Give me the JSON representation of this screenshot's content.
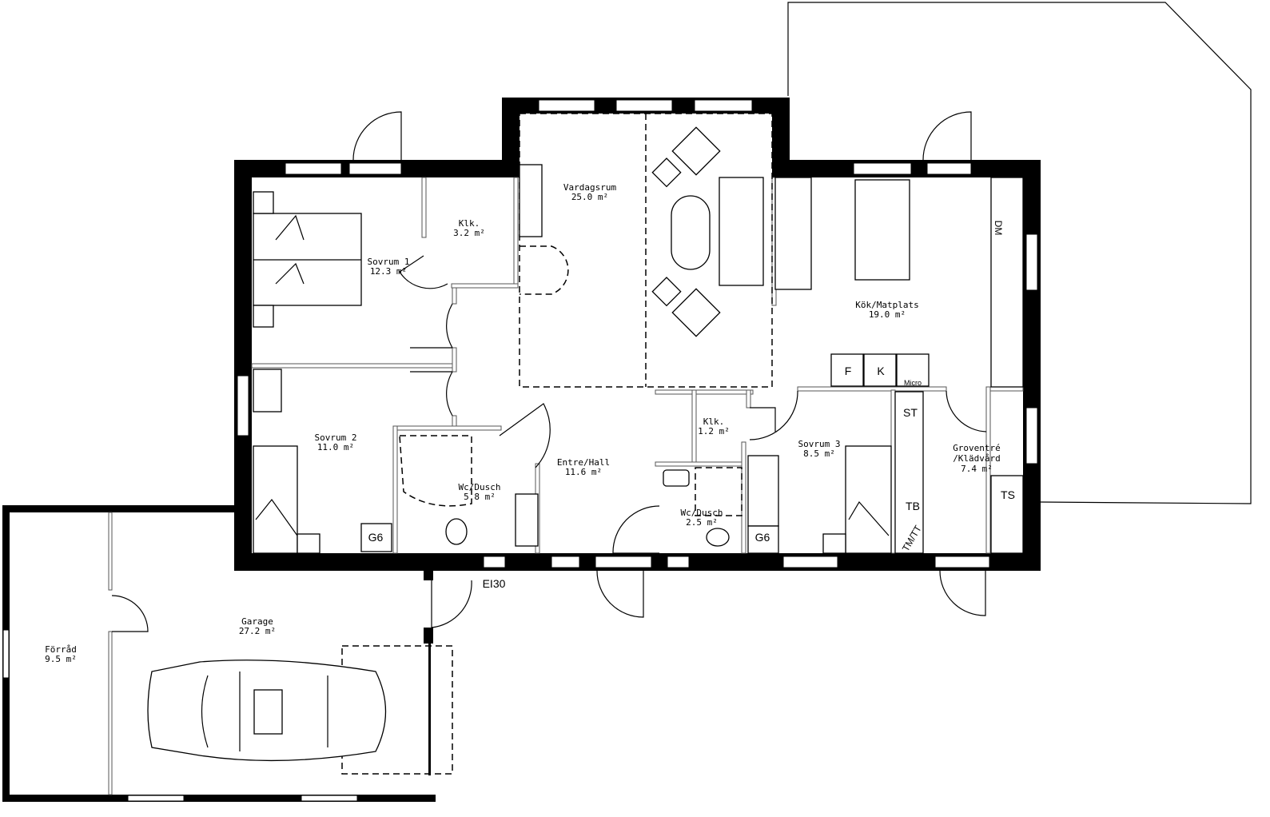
{
  "rooms": {
    "vardagsrum": {
      "name": "Vardagsrum",
      "area": "25.0 m²"
    },
    "klk1": {
      "name": "Klk.",
      "area": "3.2 m²"
    },
    "sovrum1": {
      "name": "Sovrum 1",
      "area": "12.3 m²"
    },
    "sovrum2": {
      "name": "Sovrum 2",
      "area": "11.0 m²"
    },
    "wc1": {
      "name": "Wc/Dusch",
      "area": "5.8 m²"
    },
    "entre": {
      "name": "Entre/Hall",
      "area": "11.6 m²"
    },
    "klk2": {
      "name": "Klk.",
      "area": "1.2 m²"
    },
    "wc2": {
      "name": "Wc/Dusch",
      "area": "2.5 m²"
    },
    "sovrum3": {
      "name": "Sovrum 3",
      "area": "8.5 m²"
    },
    "kok": {
      "name": "Kök/Matplats",
      "area": "19.0 m²"
    },
    "groventre": {
      "name": "Groventré",
      "name2": "/Klädvård",
      "area": "7.4 m²"
    },
    "garage": {
      "name": "Garage",
      "area": "27.2 m²"
    },
    "forrad": {
      "name": "Förråd",
      "area": "9.5 m²"
    }
  },
  "appliances": {
    "fridge": "F",
    "freezer": "K",
    "micro": "Micro",
    "dishwasher": "DM",
    "st": "ST",
    "tb": "TB",
    "tmtt": "TM/TT",
    "ts": "TS",
    "g6_left": "G6",
    "g6_right": "G6"
  },
  "fire_door": "EI30"
}
